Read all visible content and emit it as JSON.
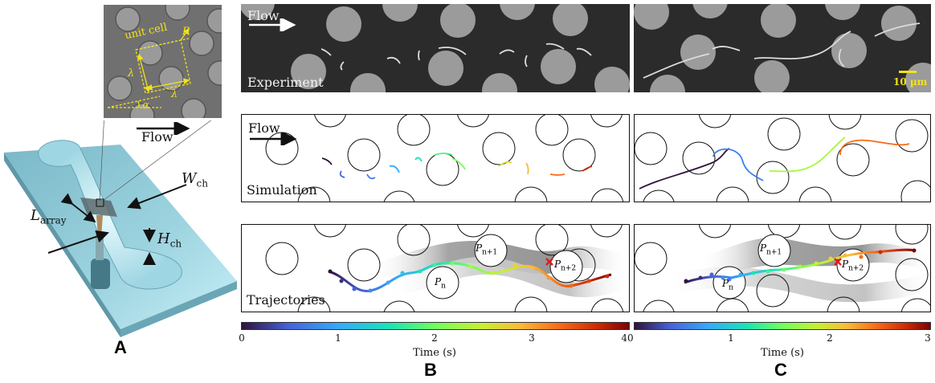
{
  "panel_a": {
    "letter": "A",
    "inset": {
      "unit_cell": "unit cell",
      "R": "R",
      "lambda_left": "λ",
      "lambda_bottom": "λ",
      "alpha": "α",
      "flow": "Flow"
    },
    "device": {
      "W_main": "W",
      "W_sub": "ch",
      "L_main": "L",
      "L_sub": "array",
      "H_main": "H",
      "H_sub": "ch"
    }
  },
  "panel_b": {
    "letter": "B",
    "experiment": {
      "flow": "Flow",
      "label": "Experiment"
    },
    "simulation": {
      "flow": "Flow",
      "label": "Simulation"
    },
    "trajectories": {
      "label": "Trajectories",
      "pn": "P",
      "pn_sub": "n",
      "pn1": "P",
      "pn1_sub": "n+1",
      "pn2": "P",
      "pn2_sub": "n+2"
    },
    "colorbar": {
      "ticks": [
        "0",
        "1",
        "2",
        "3",
        "40"
      ],
      "label": "Time (s)"
    }
  },
  "panel_c": {
    "letter": "C",
    "experiment": {
      "scalebar": "10 µm"
    },
    "trajectories": {
      "pn": "P",
      "pn_sub": "n",
      "pn1": "P",
      "pn1_sub": "n+1",
      "pn2": "P",
      "pn2_sub": "n+2"
    },
    "colorbar": {
      "ticks": [
        "1",
        "2",
        "3"
      ],
      "label": "Time (s)"
    }
  },
  "colors": {
    "accent_yellow": "#f2e21a",
    "marker_red": "#e31a1c",
    "turbo_start": "#30123b",
    "turbo_end": "#7a0403"
  }
}
